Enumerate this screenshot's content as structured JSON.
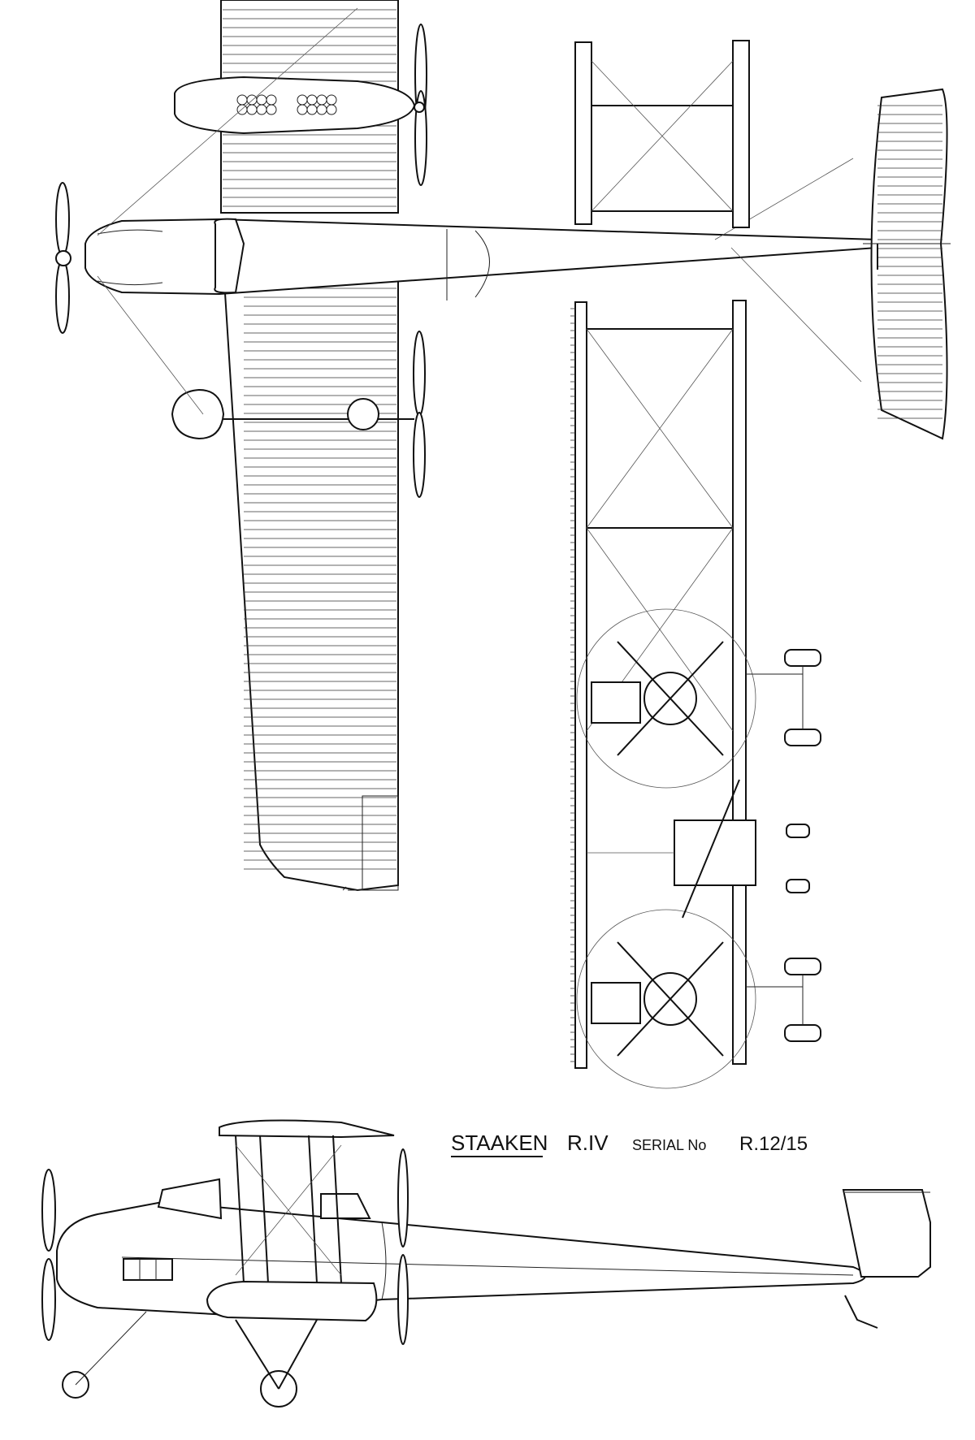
{
  "caption": {
    "title": "STAAKEN",
    "model": "R.IV",
    "serial_label": "SERIAL No",
    "serial_number": "R.12/15"
  }
}
